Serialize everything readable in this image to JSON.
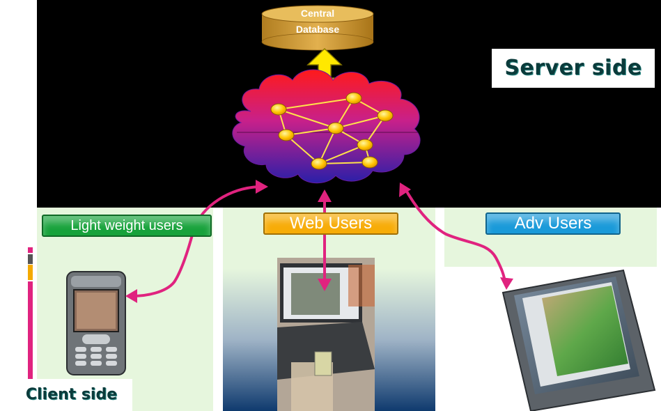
{
  "server": {
    "label": "Server side",
    "database_label_line1": "Central",
    "database_label_line2": "Database"
  },
  "client": {
    "label": "Client side"
  },
  "user_groups": [
    {
      "label": "Light weight users",
      "color": "#17a23b",
      "device": "mobile-phone"
    },
    {
      "label": "Web Users",
      "color": "#f7ac07",
      "device": "laptop-and-pda"
    },
    {
      "label": "Adv Users",
      "color": "#1a9ad9",
      "device": "tablet-pc"
    }
  ],
  "colors": {
    "background_server": "#000000",
    "panel_green": "#e6f6dd",
    "arrow_magenta": "#e0237f",
    "database_gold": "#d6a23a",
    "node_yellow": "#ffcc00"
  }
}
